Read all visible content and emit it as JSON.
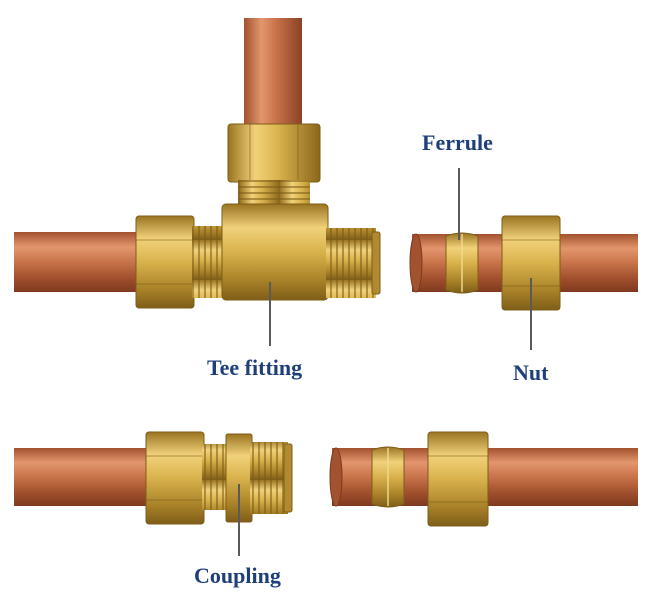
{
  "labels": {
    "ferrule": "Ferrule",
    "tee_fitting": "Tee fitting",
    "nut": "Nut",
    "coupling": "Coupling"
  },
  "colors": {
    "label_text": "#1f3f7a",
    "leader_line": "#5a5a5a",
    "copper": "#c8734a",
    "brass": "#d9b24c"
  },
  "parts": [
    "copper-pipe",
    "tee-fitting",
    "ferrule",
    "nut",
    "coupling"
  ]
}
